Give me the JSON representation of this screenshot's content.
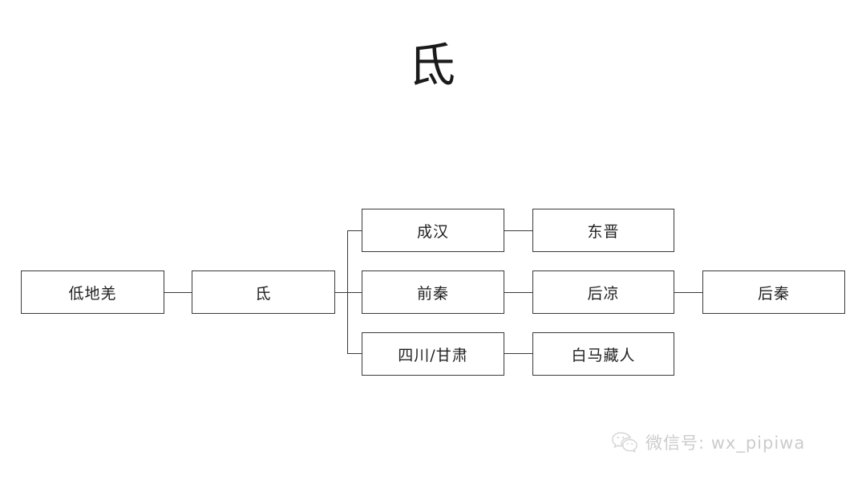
{
  "page": {
    "title": "氐",
    "background_color": "#ffffff",
    "line_color": "#3a3a3a",
    "text_color": "#1f1f1f"
  },
  "diagram": {
    "type": "tree",
    "nodes": {
      "root": "低地羌",
      "stem": "氐",
      "branch_top": "成汉",
      "branch_mid": "前秦",
      "branch_bottom": "四川/甘肃",
      "leaf_top": "东晋",
      "leaf_mid": "后凉",
      "leaf_bottom": "白马藏人",
      "leaf_far": "后秦"
    },
    "edges": [
      {
        "from": "低地羌",
        "to": "氐"
      },
      {
        "from": "氐",
        "to": "成汉"
      },
      {
        "from": "氐",
        "to": "前秦"
      },
      {
        "from": "氐",
        "to": "四川/甘肃"
      },
      {
        "from": "成汉",
        "to": "东晋"
      },
      {
        "from": "前秦",
        "to": "后凉"
      },
      {
        "from": "后凉",
        "to": "后秦"
      },
      {
        "from": "四川/甘肃",
        "to": "白马藏人"
      }
    ]
  },
  "watermark": {
    "icon": "wechat-icon",
    "text": "微信号: wx_pipiwa",
    "color": "#cccccc"
  }
}
